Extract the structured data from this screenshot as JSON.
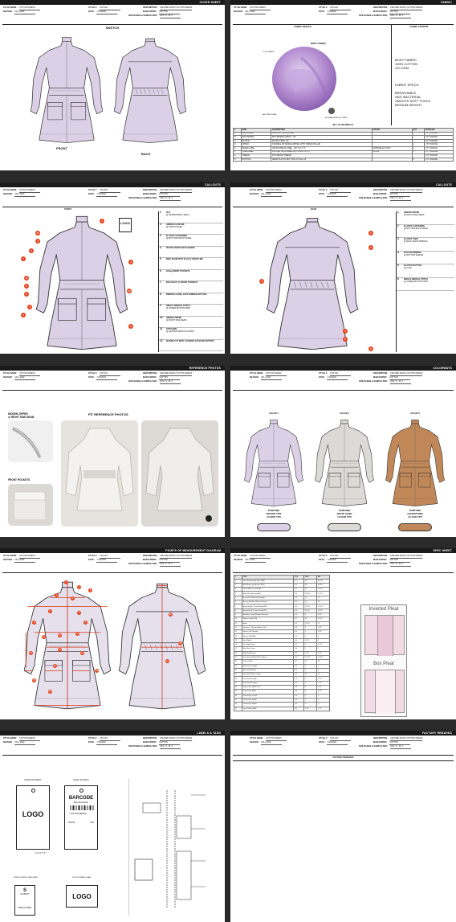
{
  "common": {
    "k_style_name": "STYLE NAME:",
    "v_style_name": "COTTON DRESS",
    "k_style_no": "STYLE #:",
    "v_style_no": "CTD-001",
    "k_desc": "DESCRIPTION:",
    "v_desc": "CINCHED WAIST COTTON DRESS",
    "k_season": "SEASON:",
    "v_season": "FALL 2022",
    "k_date": "DATE:",
    "v_date": "7-08-2022",
    "k_fabric": "MAIN FABRIC:",
    "v_fabric": "COTTON",
    "k_size": "SIZE RANGE & SAMPLE SIZE:",
    "v_size": "XXS / S , M / L"
  },
  "cover": {
    "bar": "COVER SHEET",
    "sketch": "SKETCH",
    "front": "FRONT",
    "back": "BACK"
  },
  "fabric": {
    "bar": "FABRIC",
    "swatch_title": "FABRIC SWATCH",
    "content_title": "FABRIC CONTENT",
    "callouts": [
      "BODY FABRIC",
      "CORD FABRIC",
      "ANTI BACTERIAL",
      "BIOWASH/BINDING SNAPS"
    ],
    "content": [
      "BODY FABRIC:",
      "100% COTTON",
      "220 GSM"
    ],
    "specs_title": "FABRIC SPECS:",
    "specs": [
      "BREATHABLE",
      "ANTI BACTERIAL",
      "SMOOTH SOFT TOUCH",
      "MEDIUM WEIGHT"
    ],
    "bom_title": "BILL OF MATERIALS",
    "bom_headers": [
      "#",
      "ITEM",
      "DESCRIPTION",
      "COLOR",
      "QTY",
      "SUPPLIER"
    ],
    "bom_rows": [
      [
        "A",
        "MAIN FABRIC",
        "100% COTTON 220 GSM",
        "",
        "",
        "CTY SOURCE"
      ],
      [
        "B",
        "BIAS BINDING",
        "BIAS BINDING WIDTH - 1/2\"",
        "",
        "",
        "CTY SOURCE"
      ],
      [
        "C",
        "ELASTIC",
        "ELASTIC 3MM, 1/2\"",
        "",
        "",
        "CTY SOURCE"
      ],
      [
        "D",
        "ZIPPER",
        "INVISIBLE ZIP, MIDDLE ZIPPER, WITH HIDDEN PULLER",
        "",
        "1",
        "CTY SOURCE"
      ],
      [
        "E",
        "BRAND LABEL",
        "WOVEN BRAND LABEL - 3/8\" H X 2\" W",
        "WHITE/BLACK TEXT",
        "1",
        "CTY SOURCE"
      ],
      [
        "F",
        "CARE LABEL",
        "PRINTED SATIN LABEL WITH FOLD 7/8\"X 3\"",
        "WHITE",
        "1",
        "CTY SOURCE"
      ],
      [
        "G",
        "THREAD",
        "POLYESTER THREAD",
        "",
        "",
        "CTY SOURCE"
      ],
      [
        "H",
        "BUTTONS",
        "RESIN PLASTIC BUTTONS 4 HOLE, 1/2\"",
        "",
        "4",
        "CTY SOURCE"
      ]
    ]
  },
  "callouts1": {
    "bar": "CALLOUTS",
    "front": "FRONT",
    "logo": "LOGO",
    "items": [
      [
        "1",
        "SLIT",
        "@ CENTER BACK NECK"
      ],
      [
        "2",
        "HIDDEN CLOSURE",
        "@ FRONT PANEL"
      ],
      [
        "3",
        "ELASTIC GATHERING",
        "@ BOTTOM FRONT PANEL"
      ],
      [
        "4",
        "PETITE FRONT BACK BANDS",
        ""
      ],
      [
        "5",
        "BISC SEAM PKTS FLAP @ WAISTLINE",
        ""
      ],
      [
        "6",
        "N-Bag FRONT POCKETS",
        ""
      ],
      [
        "7",
        "BOX PLEAT @ FRONT POCKETS",
        ""
      ],
      [
        "8",
        "BINDING ALONG CUFF BINDING BOTTOM",
        ""
      ],
      [
        "9",
        "SINGLE NEEDLE STITCH",
        "@ UNDER BOTTOM HEM"
      ],
      [
        "10",
        "HIDDEN ZIPPER",
        "@ RIGHT SIDE SEAM"
      ],
      [
        "11",
        "STITCHING",
        "@ CENTER FRONT PLACKET"
      ],
      [
        "12",
        "BLINDS CUT WITH GATHERS @SLEEVE BOTTOM",
        ""
      ]
    ]
  },
  "callouts2": {
    "bar": "CALLOUTS",
    "back": "BACK",
    "items": [
      [
        "1",
        "HIDDEN ZIPPER",
        "@ RIGHT SIDE SEAM"
      ],
      [
        "2",
        "ELASTIC GATHERING",
        "@ BOTTOM BACK PANEL"
      ],
      [
        "3",
        "ELASTIC TAPE",
        "@ BACK WAIST BINDING"
      ],
      [
        "4",
        "BUTTON BINDING",
        "@ BOTTOM SLEEVE"
      ],
      [
        "5",
        "ELASTIC BUTTON",
        "@ CUFF"
      ],
      [
        "6",
        "SINGLE NEEDLE STITCH",
        "@ UNDER BOTTOM HEM"
      ]
    ]
  },
  "refs": {
    "bar": "REFERENCE PHOTOS",
    "zipper_title": "HIDDEN ZIPPER",
    "zipper_sub": "@ RIGHT SIDE SEAM",
    "pockets_title": "FRONT POCKETS",
    "fit_title": "FIT REFERENCE PHOTOS"
  },
  "colorways": {
    "bar": "COLORWAYS",
    "colors": [
      {
        "title": "COLOR 1",
        "label": "PANTONE",
        "name": "ORCHID TINT",
        "code": "13-3802 TPX",
        "hex": "#dcd0e6"
      },
      {
        "title": "COLOR 2",
        "label": "PANTONE",
        "name": "WHITE SAND",
        "code": "13-0002 TPX",
        "hex": "#dcdad6"
      },
      {
        "title": "COLOR 3",
        "label": "PANTONE",
        "name": "SANDSTORM",
        "code": "16-1235 TPX",
        "hex": "#c08859"
      }
    ]
  },
  "pom": {
    "bar": "POINTS OF MEASUREMENT DIAGRAM"
  },
  "spec": {
    "bar": "SPEC SHEET",
    "headers": [
      "#",
      "POM",
      "TOL",
      "XS/S",
      "M/L"
    ],
    "rows": [
      [
        "1",
        "Front Body Length (from HPS)",
        "1/2",
        "33",
        "34 1/2"
      ],
      [
        "2",
        "Back Body Length (from HPS)",
        "1/2",
        "33",
        "34 1/2"
      ],
      [
        "3",
        "Chest Width 1\" below AH",
        "1/2",
        "20",
        "21 1/2"
      ],
      [
        "4",
        "Waist (4\" down from AH)",
        "1/4",
        "16 1/2",
        "17 1/2"
      ],
      [
        "5",
        "Across Bust Measured Straight",
        "1/4",
        "16",
        "17"
      ],
      [
        "6",
        "Across Shoulder (Seam to Seam)",
        "1/4",
        "13",
        "14"
      ],
      [
        "7",
        "Across Front (3\" down from HPS)",
        "1/4",
        "13 1/2",
        "14 1/2"
      ],
      [
        "8",
        "Across Back (3\" down from HPS)",
        "1/4",
        "14 1/2",
        "15 1/2"
      ],
      [
        "9",
        "Armhole Curved (Straight Measure)",
        "1/4",
        "9",
        "9 1/2"
      ],
      [
        "10",
        "Sleeve Length (CB)",
        "1/2",
        "24",
        "24 1/2"
      ],
      [
        "11",
        "Bicep",
        "1/4",
        "11 1/2",
        "12"
      ],
      [
        "12",
        "Forearm 1\" Up from Sleeve Cuff",
        "1/4",
        "9",
        "9 1/2"
      ],
      [
        "13",
        "Sleeve Cuff Opening",
        "1/4",
        "6",
        "6 1/2"
      ],
      [
        "14",
        "Sleeve Cuff Width",
        "1/8",
        "2",
        "2"
      ],
      [
        "15",
        "Neck Width",
        "1/4",
        "7 1/2",
        "8"
      ],
      [
        "16",
        "Front Neck Drop",
        "1/4",
        "3",
        "3 1/4"
      ],
      [
        "17",
        "Back Neck Drop",
        "1/4",
        "1",
        "1"
      ],
      [
        "18",
        "Waistband Height",
        "1/8",
        "2 1/2",
        "2 1/2"
      ],
      [
        "19",
        "Front Panel Width HPS to Bottom",
        "1/4",
        "12 1/4",
        "12 3/4"
      ],
      [
        "20",
        "Sweep Width",
        "1/2",
        "32",
        "34"
      ],
      [
        "21",
        "Bottom Hem Height",
        "1/8",
        "1",
        "1"
      ],
      [
        "22",
        "Sleeve Slit Height",
        "1/8",
        "3",
        "3"
      ],
      [
        "23",
        "Right Side Zipper Length",
        "1/4",
        "14",
        "14"
      ],
      [
        "24",
        "Front Pocket Width",
        "1/4",
        "6",
        "6 1/2"
      ],
      [
        "25",
        "Front Pocket Height",
        "1/4",
        "7",
        "7 1/2"
      ],
      [
        "26",
        "Pocket Flap Width @CF",
        "1/8",
        "6",
        "6 1/2"
      ],
      [
        "27",
        "Pocket Flap Width",
        "1/8",
        "6",
        "6 1/2"
      ],
      [
        "28",
        "Pocket Flap Length",
        "1/8",
        "2",
        "2"
      ],
      [
        "29",
        "Pocket Flap Height",
        "1/8",
        "2",
        "2"
      ],
      [
        "30",
        "Pocket Flap Height",
        "1/8",
        "2",
        "2"
      ],
      [
        "31",
        "Front Pocket Width",
        "1/8",
        "1 1/2",
        "1 1/2"
      ]
    ],
    "pleat1": "Inverted Pleat",
    "pleat2": "Box Pleat"
  },
  "labels": {
    "bar": "LABELS & TAGS",
    "hang_front": "HANG TAG FRONT",
    "hang_back": "HANG TAG BACK",
    "logo": "LOGO",
    "barcode": "BARCODE",
    "barcode_sub": "Barcode Number",
    "name": "COTTON DRESS",
    "color": "WHITE",
    "price": "$75",
    "size": "2.2 X 4.7\"",
    "woven": "WOVEN BRAND LABEL",
    "care": "PRINTED SATIN CARE LABEL",
    "s": "S",
    "country": "COUNTRY",
    "made_in": "MADE IN INDIA"
  },
  "factory": {
    "bar": "FACTORY REMARKS",
    "title": "FACTORY REMARKS"
  }
}
